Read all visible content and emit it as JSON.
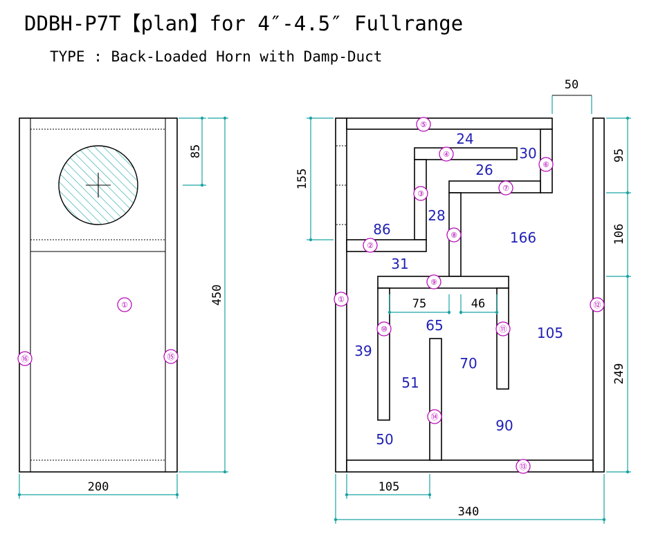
{
  "title": "DDBH-P7T【plan】for 4″-4.5″ Fullrange",
  "subtitle": "TYPE : Back-Loaded Horn with Damp-Duct",
  "colors": {
    "outline": "#000000",
    "dimension_line": "#1aa3a3",
    "segment_length": "#1e1eb4",
    "part_number": "#b400b4",
    "driver_hatch": "#1aa3a3"
  },
  "front_view": {
    "dims": {
      "width": "200",
      "height": "450",
      "driver_offset": "85"
    },
    "parts": {
      "baffle": "①",
      "left_side": "⑯",
      "right_side": "⑮"
    }
  },
  "plan_view": {
    "dims": {
      "width": "340",
      "opening": "50",
      "left_height": "155",
      "bottom_offset": "105",
      "right_top": "95",
      "right_mid": "106",
      "right_bottom": "249",
      "inner_75": "75",
      "inner_46": "46"
    },
    "segments": [
      "24",
      "30",
      "26",
      "28",
      "86",
      "166",
      "31",
      "65",
      "39",
      "70",
      "105",
      "51",
      "50",
      "90"
    ],
    "parts": [
      "①",
      "②",
      "③",
      "④",
      "⑤",
      "⑥",
      "⑦",
      "⑧",
      "⑨",
      "⑩",
      "⑪",
      "⑫",
      "⑬",
      "⑭"
    ]
  }
}
